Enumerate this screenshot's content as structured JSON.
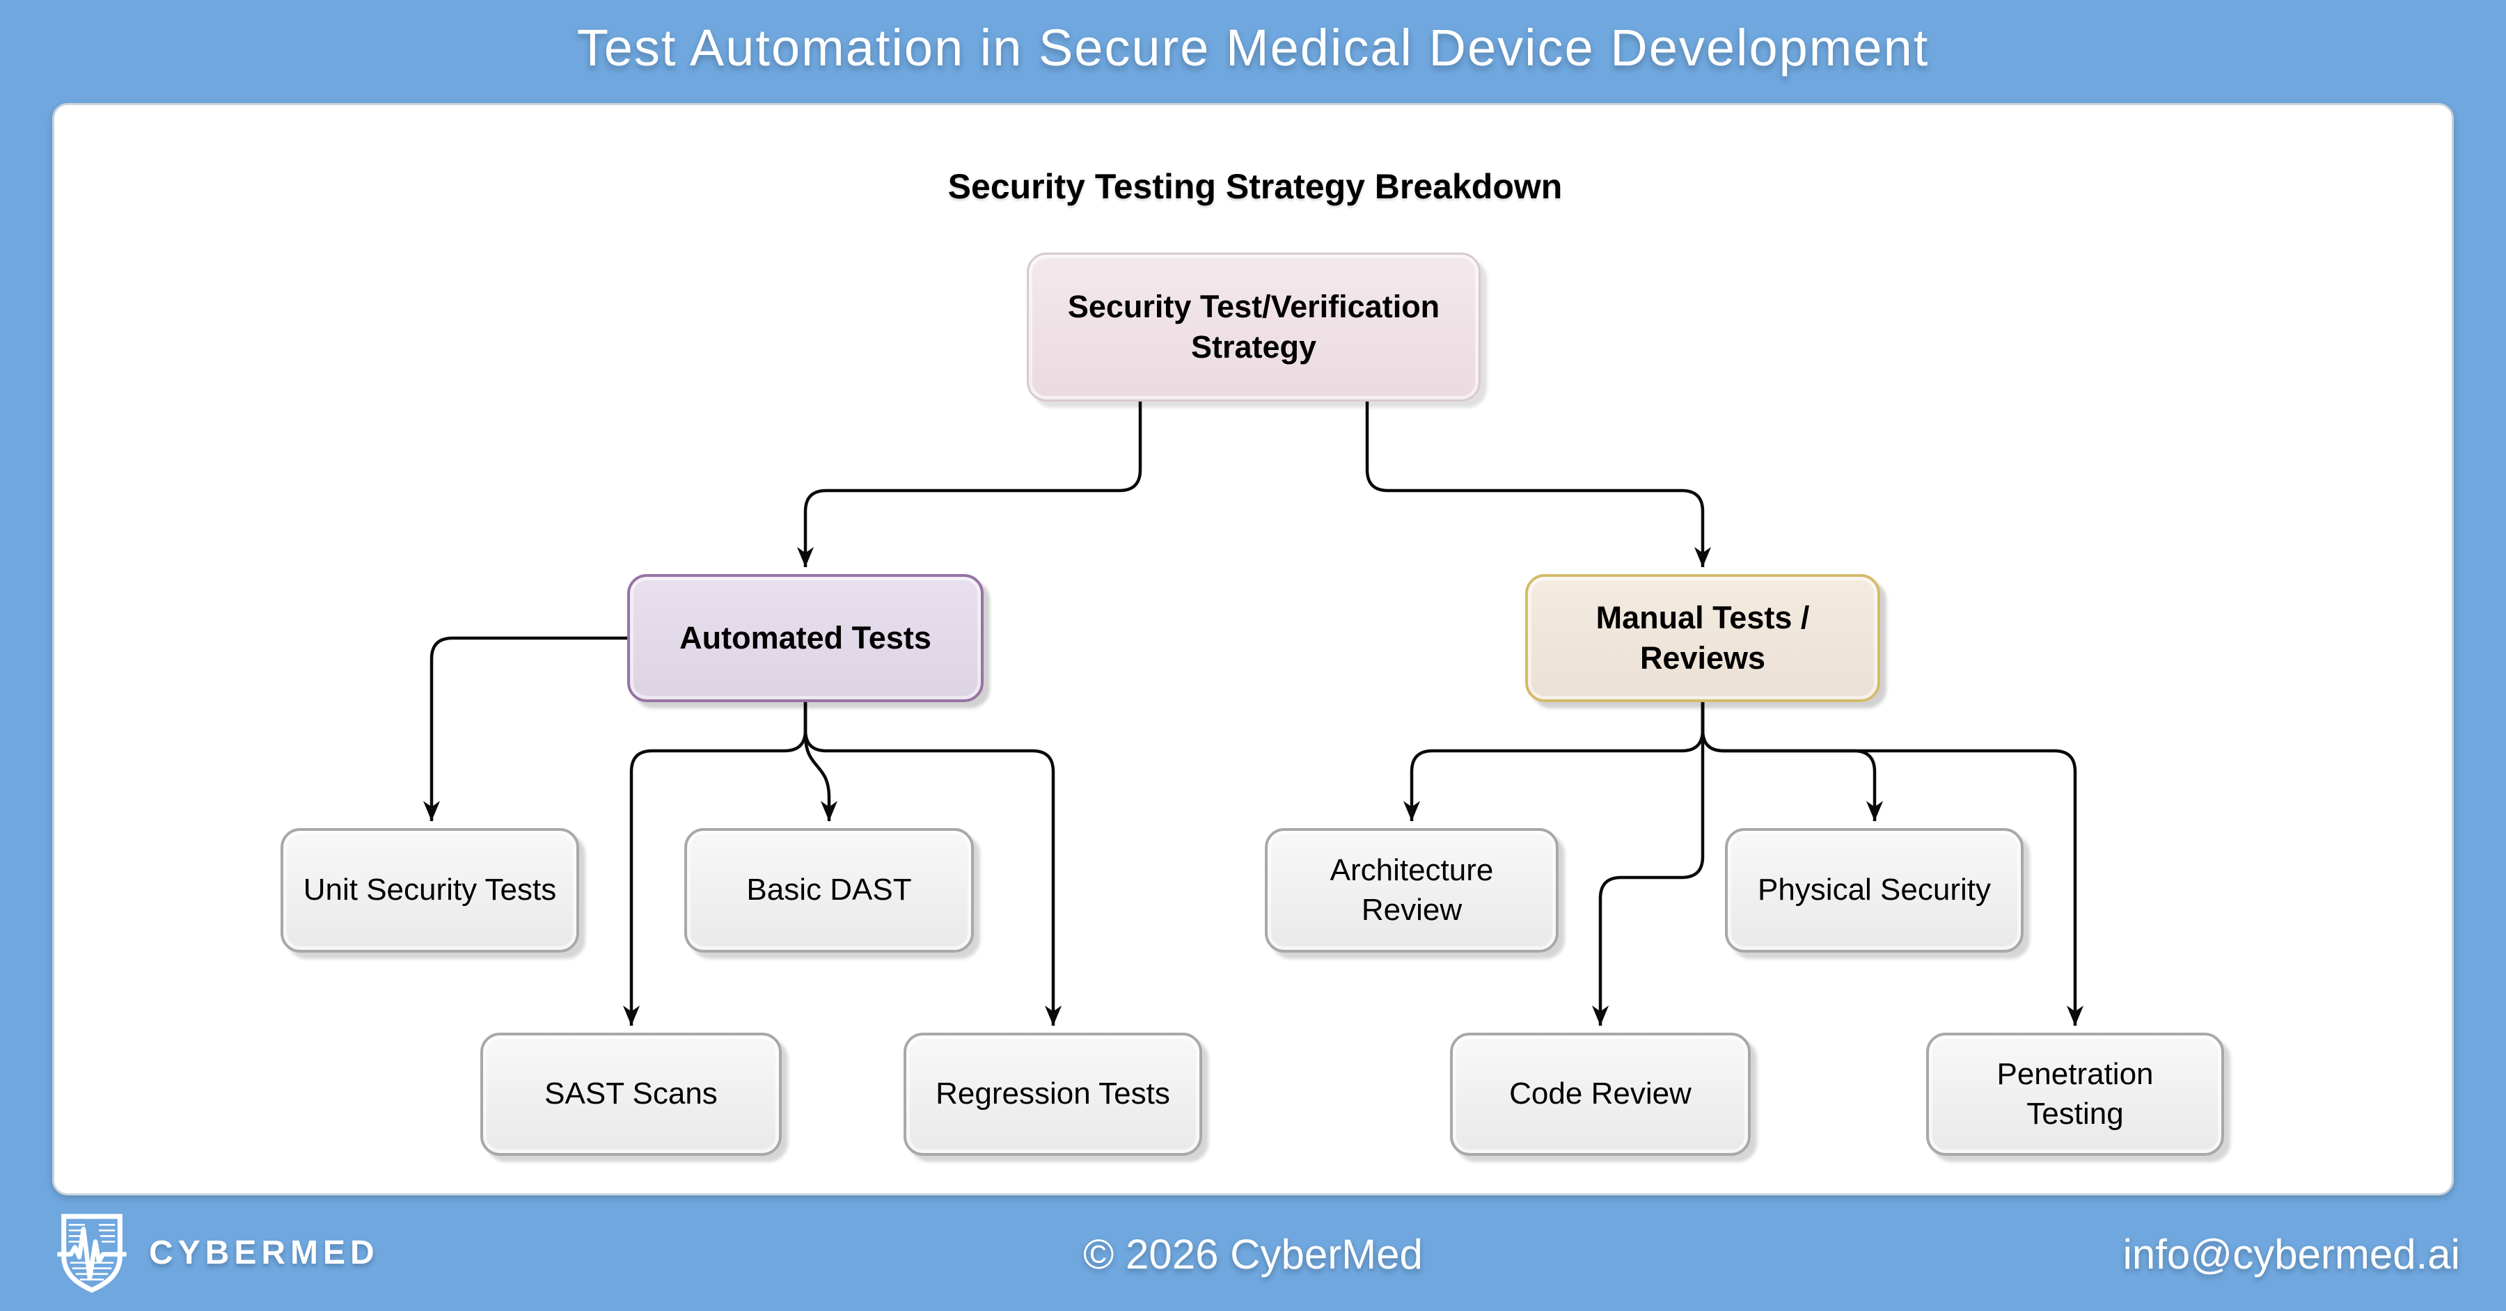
{
  "page": {
    "title": "Test Automation in Secure Medical Device Development"
  },
  "colors": {
    "background": "#6FA7DE",
    "panel": "#FFFFFF",
    "root_fill": "#EBDAE0",
    "root_border": "#D9C9CE",
    "automated_fill": "#E1D7E8",
    "automated_border": "#9673A6",
    "manual_fill": "#EFE5DA",
    "manual_border": "#D5BB6A",
    "leaf_fill": "#EFEFEF",
    "leaf_border": "#A8A8A8",
    "connector": "#0A0A0A",
    "text": "#000000",
    "footer_text": "#FFFFFF"
  },
  "diagram": {
    "heading": "Security Testing Strategy Breakdown",
    "nodes": {
      "root": {
        "line1": "Security Test/Verification",
        "line2": "Strategy"
      },
      "automated": {
        "line1": "Automated Tests",
        "line2": ""
      },
      "manual": {
        "line1": "Manual Tests /",
        "line2": "Reviews"
      },
      "unit": {
        "line1": "Unit Security Tests",
        "line2": ""
      },
      "dast": {
        "line1": "Basic DAST",
        "line2": ""
      },
      "sast": {
        "line1": "SAST Scans",
        "line2": ""
      },
      "regression": {
        "line1": "Regression Tests",
        "line2": ""
      },
      "architecture": {
        "line1": "Architecture",
        "line2": "Review"
      },
      "physical": {
        "line1": "Physical Security",
        "line2": ""
      },
      "code": {
        "line1": "Code Review",
        "line2": ""
      },
      "pentest": {
        "line1": "Penetration",
        "line2": "Testing"
      }
    }
  },
  "footer": {
    "brand": "CYBERMED",
    "logo_icon": "shield-ecg-icon",
    "copyright": "© 2026 CyberMed",
    "email": "info@cybermed.ai"
  }
}
